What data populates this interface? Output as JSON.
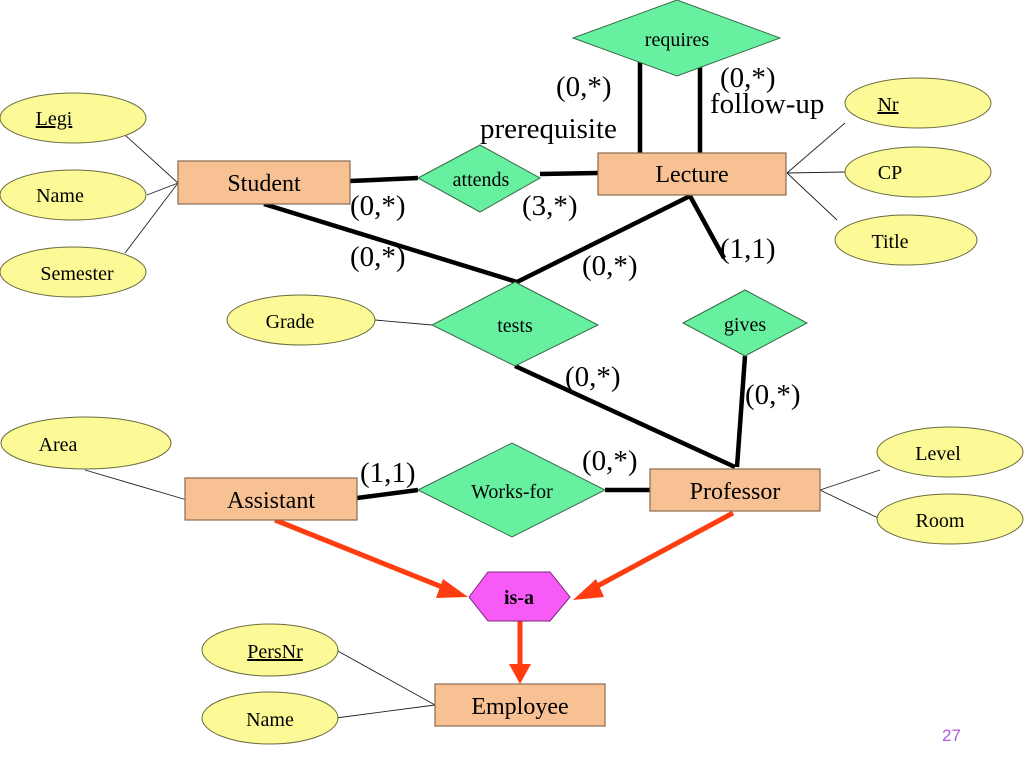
{
  "slide": {
    "page_number": "27"
  },
  "entities": {
    "student": "Student",
    "lecture": "Lecture",
    "professor": "Professor",
    "assistant": "Assistant",
    "employee": "Employee"
  },
  "relationships": {
    "requires": "requires",
    "attends": "attends",
    "tests": "tests",
    "gives": "gives",
    "works_for": "Works-for",
    "is_a": "is-a"
  },
  "attributes": {
    "student": [
      {
        "label": "Legi",
        "key": true
      },
      {
        "label": "Name",
        "key": false
      },
      {
        "label": "Semester",
        "key": false
      }
    ],
    "lecture": [
      {
        "label": "Nr",
        "key": true
      },
      {
        "label": "CP",
        "key": false
      },
      {
        "label": "Title",
        "key": false
      }
    ],
    "tests": [
      {
        "label": "Grade",
        "key": false
      }
    ],
    "assistant": [
      {
        "label": "Area",
        "key": false
      }
    ],
    "professor": [
      {
        "label": "Level",
        "key": false
      },
      {
        "label": "Room",
        "key": false
      }
    ],
    "employee": [
      {
        "label": "PersNr",
        "key": true
      },
      {
        "label": "Name",
        "key": false
      }
    ]
  },
  "roles": {
    "prerequisite": "prerequisite",
    "follow_up": "follow-up"
  },
  "cardinalities": {
    "requires_prerequisite": "(0,*)",
    "requires_follow_up": "(0,*)",
    "attends_student": "(0,*)",
    "attends_lecture": "(3,*)",
    "tests_student": "(0,*)",
    "tests_lecture": "(0,*)",
    "tests_professor": "(0,*)",
    "gives_lecture": "(1,1)",
    "gives_professor": "(0,*)",
    "works_for_assistant": "(1,1)",
    "works_for_professor": "(0,*)"
  },
  "colors": {
    "entity": "#f8c193",
    "relationship": "#66f0a0",
    "attribute": "#fcfa96",
    "isa": "#f85af8",
    "inheritance_arrow": "#ff3d10",
    "page_number": "#b05ae0"
  }
}
